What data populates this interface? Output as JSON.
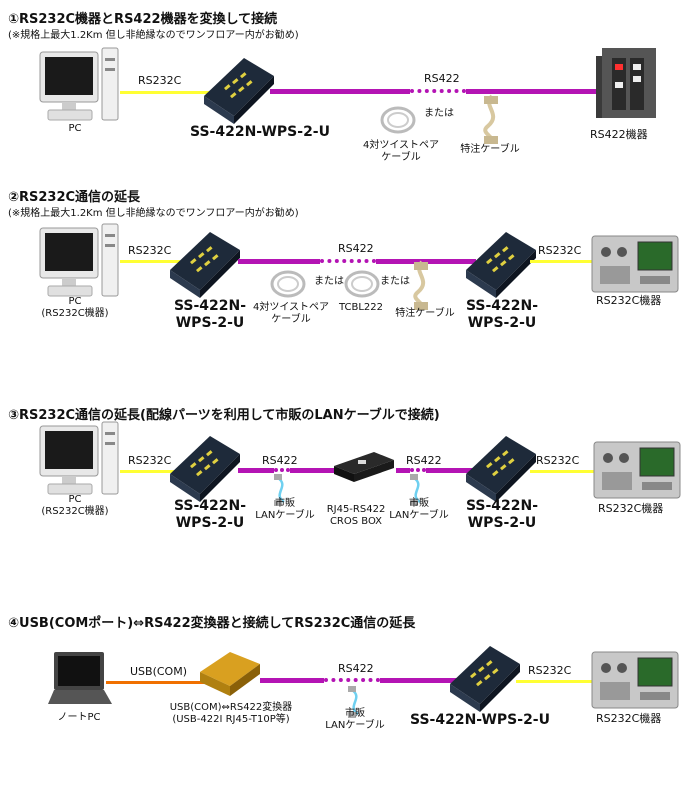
{
  "s1": {
    "title": "①RS232C機器とRS422機器を変換して接続",
    "note": "(※規格上最大1.2Km 但し非絶縁なのでワンフロアー内がお勧め)",
    "pc": "PC",
    "link1": "RS232C",
    "converter": "SS-422N-WPS-2-U",
    "link2": "RS422",
    "or": "または",
    "cable_a": "4対ツイストペア\nケーブル",
    "cable_b": "特注ケーブル",
    "device": "RS422機器"
  },
  "s2": {
    "title": "②RS232C通信の延長",
    "note": "(※規格上最大1.2Km 但し非絶縁なのでワンフロアー内がお勧め)",
    "pc": "PC\n(RS232C機器)",
    "link1": "RS232C",
    "converter1": "SS-422N-\nWPS-2-U",
    "link2": "RS422",
    "or1": "または",
    "or2": "または",
    "cable_a": "4対ツイストペア\nケーブル",
    "cable_b": "TCBL222",
    "cable_c": "特注ケーブル",
    "converter2": "SS-422N-\nWPS-2-U",
    "link3": "RS232C",
    "device": "RS232C機器"
  },
  "s3": {
    "title": "③RS232C通信の延長(配線パーツを利用して市販のLANケーブルで接続)",
    "pc": "PC\n(RS232C機器)",
    "link1": "RS232C",
    "converter1": "SS-422N-\nWPS-2-U",
    "link2": "RS422",
    "lan1": "市販\nLANケーブル",
    "box": "RJ45-RS422\nCROS BOX",
    "link3": "RS422",
    "lan2": "市販\nLANケーブル",
    "converter2": "SS-422N-\nWPS-2-U",
    "link4": "RS232C",
    "device": "RS232C機器"
  },
  "s4": {
    "title": "④USB(COMポート)⇔RS422変換器と接続してRS232C通信の延長",
    "pc": "ノートPC",
    "link1": "USB(COM)",
    "usbconv": "USB(COM)⇔RS422変換器\n(USB-422I RJ45-T10P等)",
    "link2": "RS422",
    "lan": "市販\nLANケーブル",
    "converter": "SS-422N-WPS-2-U",
    "link3": "RS232C",
    "device": "RS232C機器"
  },
  "colors": {
    "rs232c": "#ffff33",
    "rs422": "#b414b4",
    "usb": "#f07000",
    "lan": "#6fd0f0"
  }
}
